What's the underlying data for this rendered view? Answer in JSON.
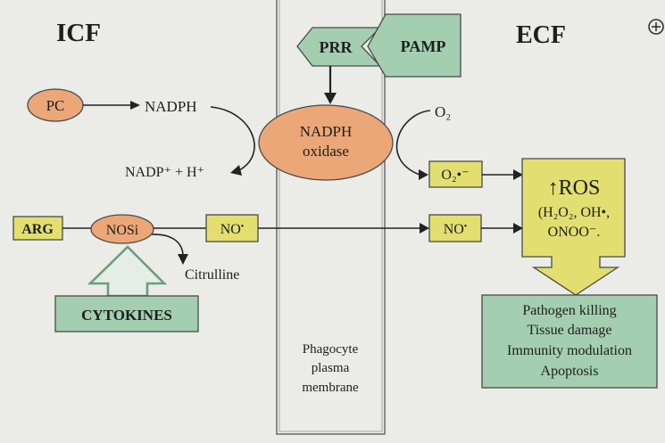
{
  "compartments": {
    "icf": "ICF",
    "ecf": "ECF"
  },
  "receptor": {
    "prr": "PRR",
    "pamp": "PAMP"
  },
  "nadph_oxidase": {
    "line1": "NADPH",
    "line2": "oxidase"
  },
  "pc": "PC",
  "nadph": "NADPH",
  "nadp": "NADP⁺ + H⁺",
  "oxygen": "O₂",
  "superoxide": "O₂•⁻",
  "ros": {
    "title": "↑ROS",
    "line1": "(H₂O₂, OH•,",
    "line2": "ONOO⁻."
  },
  "outcomes": [
    "Pathogen killing",
    "Tissue damage",
    "Immunity modulation",
    "Apoptosis"
  ],
  "arg": "ARG",
  "nosi": "NOSi",
  "nitric_oxide": {
    "base": "NO",
    "radical": "•"
  },
  "citrulline": "Citrulline",
  "cytokines": "CYTOKINES",
  "membrane": [
    "Phagocyte",
    "plasma",
    "membrane"
  ],
  "colors": {
    "background": "#ebebe8",
    "enzyme": "#eba777",
    "receptor": "#a3cfb0",
    "molecule": "#e2df70"
  },
  "icons": {
    "corner": "circle-plus-icon"
  }
}
